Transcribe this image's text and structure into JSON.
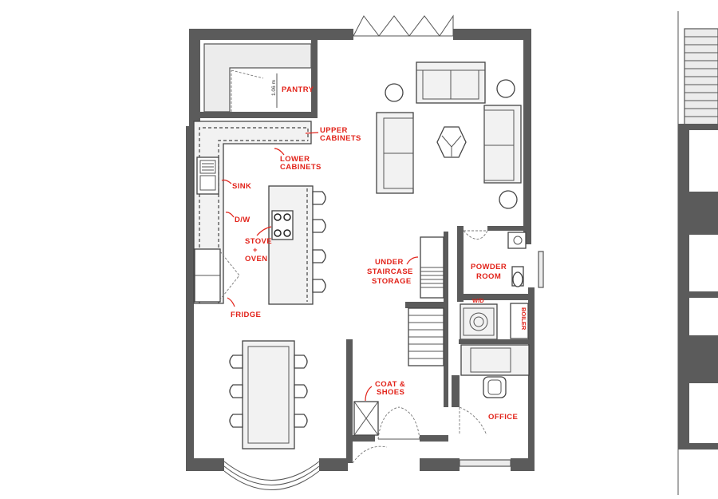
{
  "labels": {
    "pantry": "PANTRY",
    "pantry_dim": "1.06 m",
    "upper_cabinets_1": "UPPER",
    "upper_cabinets_2": "CABINETS",
    "lower_cabinets_1": "LOWER",
    "lower_cabinets_2": "CABINETS",
    "sink": "SINK",
    "dw": "D/W",
    "stove_1": "STOVE",
    "stove_2": "+",
    "stove_3": "OVEN",
    "fridge": "FRIDGE",
    "under_staircase_1": "UNDER",
    "under_staircase_2": "STAIRCASE",
    "under_staircase_3": "STORAGE",
    "powder_room_1": "POWDER",
    "powder_room_2": "ROOM",
    "wd": "W/D",
    "boiler": "BOILER",
    "coat_shoes_1": "COAT &",
    "coat_shoes_2": "SHOES",
    "office": "OFFICE"
  },
  "colors": {
    "wall": "#5b5b5b",
    "annotation": "#e2231a",
    "background": "#ffffff"
  }
}
